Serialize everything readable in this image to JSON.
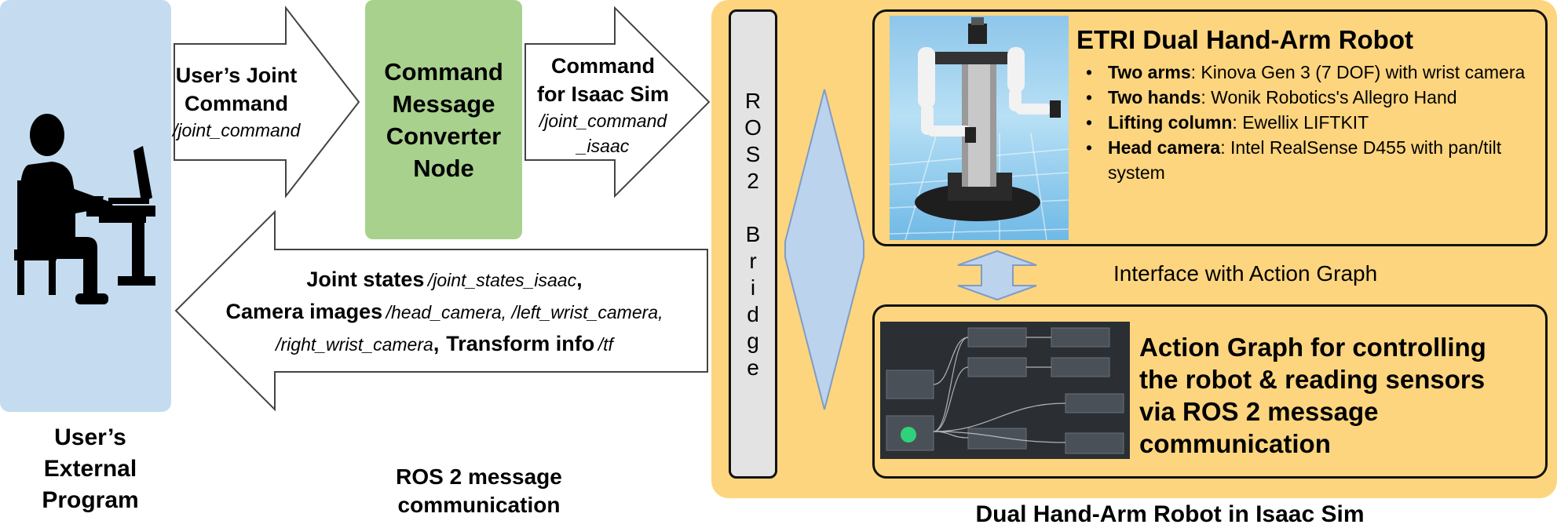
{
  "user_panel": {
    "label_lines": [
      "User’s",
      "External",
      "Program"
    ]
  },
  "arrow_to_converter": {
    "title_lines": [
      "User’s Joint",
      "Command"
    ],
    "topic": "/joint_command"
  },
  "converter_node": {
    "label_lines": [
      "Command",
      "Message",
      "Converter",
      "Node"
    ]
  },
  "arrow_to_bridge": {
    "title_lines": [
      "Command",
      "for Isaac Sim"
    ],
    "topic_lines": [
      "/joint_command",
      "_isaac"
    ]
  },
  "return_arrow": {
    "line1_bold": "Joint states",
    "line1_topic": "/joint_states_isaac",
    "line1_tail": ",",
    "line2_bold": "Camera images",
    "line2_topic": "/head_camera, /left_wrist_camera,",
    "line3_topic": "/right_wrist_camera",
    "line3_sep": ",",
    "line3_bold": "Transform info",
    "line3_topic2": "/tf"
  },
  "ros_message_label": [
    "ROS 2 message",
    "communication"
  ],
  "bridge": {
    "letters": [
      "R",
      "O",
      "S",
      "2",
      "",
      "B",
      "r",
      "i",
      "d",
      "g",
      "e"
    ]
  },
  "robot_panel": {
    "title": "ETRI Dual Hand-Arm Robot",
    "bullets": [
      {
        "bold": "Two arms",
        "text": ": Kinova Gen 3 (7 DOF) with wrist camera"
      },
      {
        "bold": "Two hands",
        "text": ": Wonik Robotics's Allegro Hand"
      },
      {
        "bold": "Lifting column",
        "text": ": Ewellix LIFTKIT"
      },
      {
        "bold": "Head camera",
        "text": ": Intel RealSense D455 with pan/tilt system"
      }
    ]
  },
  "interface_label": "Interface with Action Graph",
  "action_graph_panel": {
    "title_lines": [
      "Action Graph for controlling",
      "the robot & reading sensors",
      "via ROS 2 message",
      "communication"
    ]
  },
  "sim_label": "Dual Hand-Arm Robot in Isaac Sim",
  "colors": {
    "user_panel": "#c5dcf0",
    "converter": "#a9d18e",
    "sim_region": "#fdd57e",
    "double_arrow": "#bcd3ee",
    "bridge": "#e3e3e3"
  }
}
